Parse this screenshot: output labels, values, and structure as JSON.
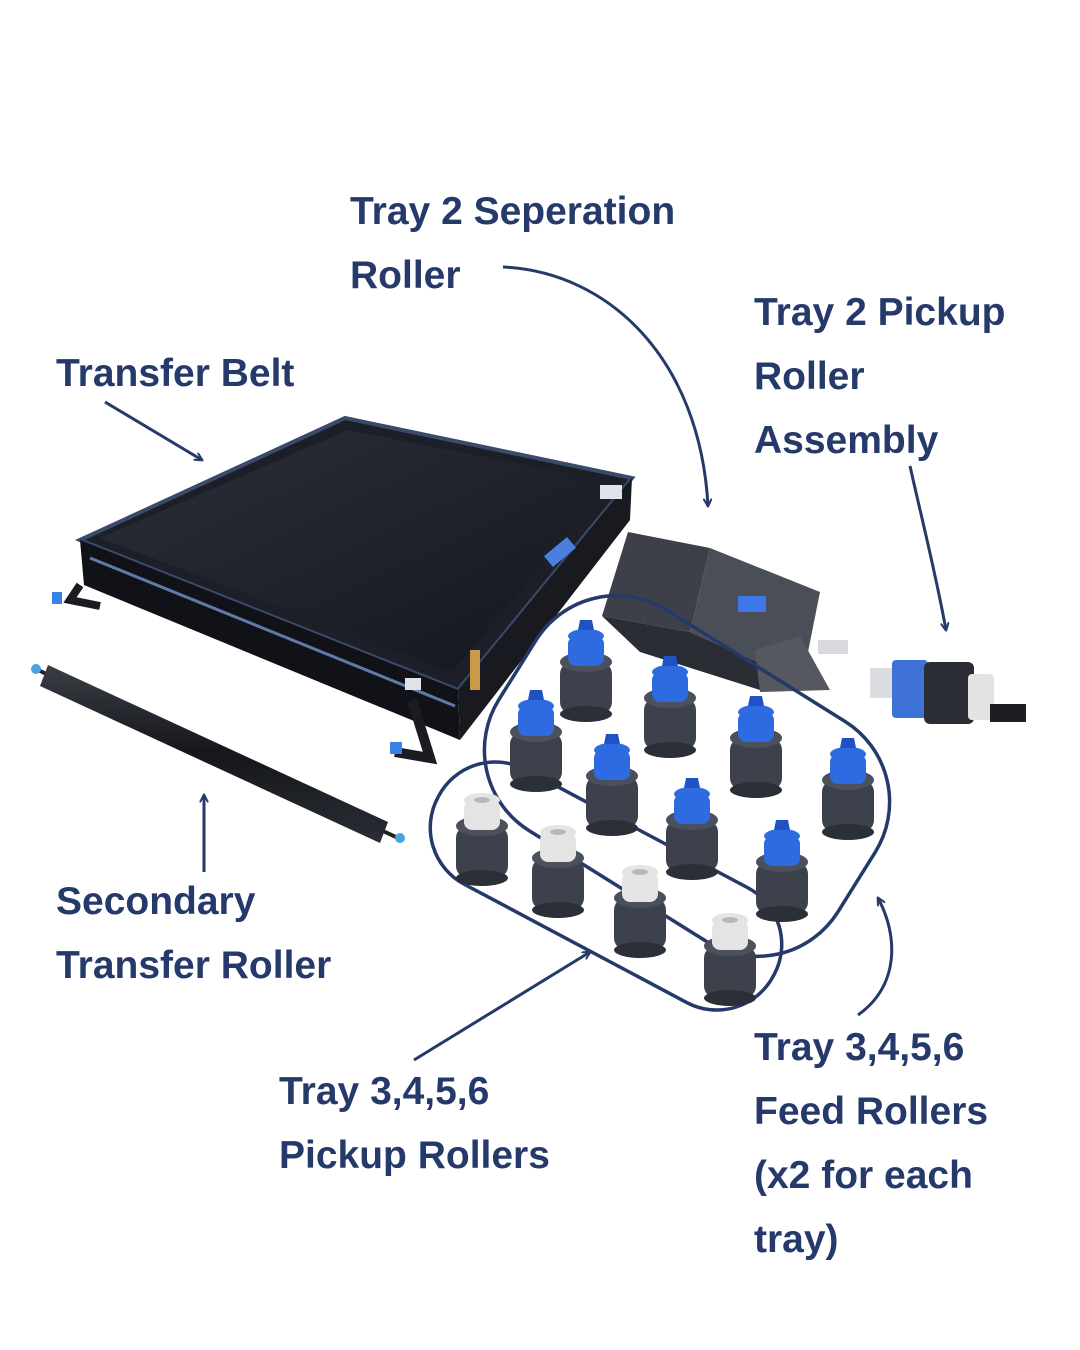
{
  "colors": {
    "label_text": "#253a6b",
    "arrow": "#253a6b",
    "roller_blue": "#2f6be0",
    "roller_dark": "#3c414c",
    "roller_white": "#e4e4e4",
    "belt_dark": "#1b1e26",
    "group_outline": "#253a6b"
  },
  "labels": {
    "separation_roller": [
      "Tray 2 Seperation",
      "Roller"
    ],
    "pickup_assembly": [
      "Tray 2 Pickup",
      "Roller",
      "Assembly"
    ],
    "transfer_belt": [
      "Transfer Belt"
    ],
    "secondary_roller": [
      "Secondary",
      "Transfer Roller"
    ],
    "pickup_rollers": [
      "Tray 3,4,5,6",
      "Pickup Rollers"
    ],
    "feed_rollers": [
      "Tray 3,4,5,6",
      "Feed Rollers",
      "(x2 for each",
      "tray)"
    ]
  },
  "parts": {
    "transfer_belt": "transfer-belt-image",
    "secondary_roller": "secondary-transfer-roller-image",
    "separation_roller": "separation-roller-assembly-image",
    "pickup_assembly": "pickup-roller-assembly-image",
    "feed_rollers_count": 8,
    "pickup_rollers_count": 4
  }
}
